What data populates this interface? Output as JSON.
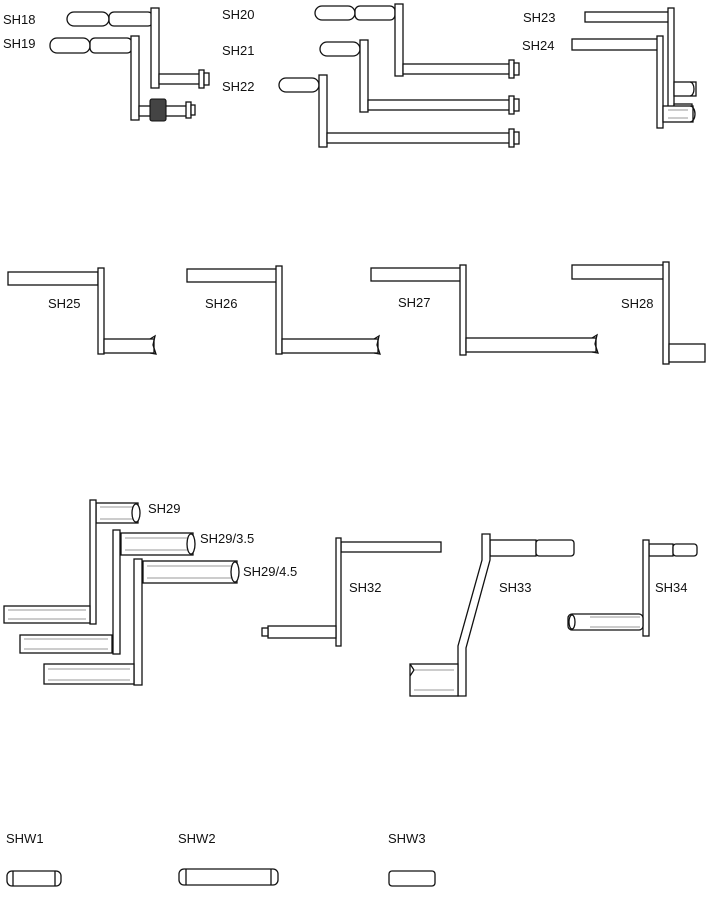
{
  "labels": {
    "SH18": "SH18",
    "SH19": "SH19",
    "SH20": "SH20",
    "SH21": "SH21",
    "SH22": "SH22",
    "SH23": "SH23",
    "SH24": "SH24",
    "SH25": "SH25",
    "SH26": "SH26",
    "SH27": "SH27",
    "SH28": "SH28",
    "SH29": "SH29",
    "SH29_3_5": "SH29/3.5",
    "SH29_4_5": "SH29/4.5",
    "SH32": "SH32",
    "SH33": "SH33",
    "SH34": "SH34",
    "SHW1": "SHW1",
    "SHW2": "SHW2",
    "SHW3": "SHW3"
  }
}
